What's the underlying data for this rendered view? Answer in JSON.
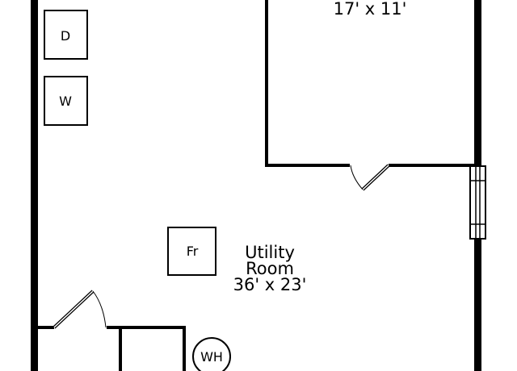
{
  "rooms": {
    "top_room": {
      "dimensions": "17' x 11'"
    },
    "utility": {
      "name_line1": "Utility",
      "name_line2": "Room",
      "dimensions": "36' x 23'"
    }
  },
  "fixtures": {
    "dryer": "D",
    "washer": "W",
    "freezer": "Fr",
    "water_heater": "WH"
  },
  "colors": {
    "wall": "#000000",
    "background": "#ffffff"
  }
}
